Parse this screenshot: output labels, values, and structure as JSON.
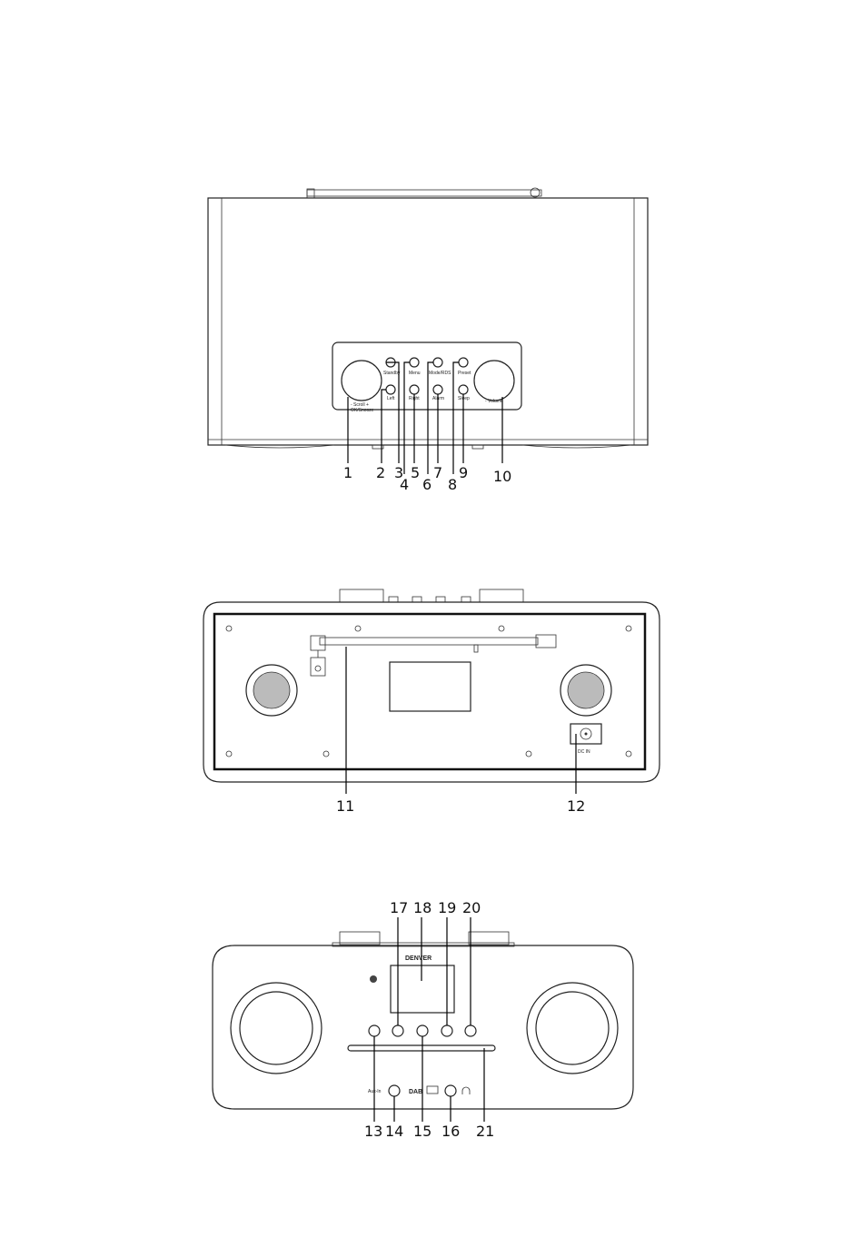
{
  "top_view": {
    "labels": {
      "scroll": "- Scroll +",
      "ok": "OK/Snooze",
      "standby": "Standby",
      "menu": "Menu",
      "mode": "Mode/RDS",
      "presets": "Preset",
      "left": "Left",
      "right": "Right",
      "alarm": "Alarm",
      "sleep": "Sleep",
      "volume": "- Volume"
    },
    "callouts": [
      "1",
      "2",
      "3",
      "4",
      "5",
      "6",
      "7",
      "8",
      "9",
      "10"
    ]
  },
  "rear_view": {
    "labels": {
      "dc_in": "DC IN"
    },
    "callouts": [
      "11",
      "12"
    ]
  },
  "front_view": {
    "labels": {
      "brand": "DENVER",
      "aux_in": "Aux-In",
      "dab": "DAB"
    },
    "callouts": [
      "13",
      "14",
      "15",
      "16",
      "17",
      "18",
      "19",
      "20",
      "21"
    ]
  }
}
